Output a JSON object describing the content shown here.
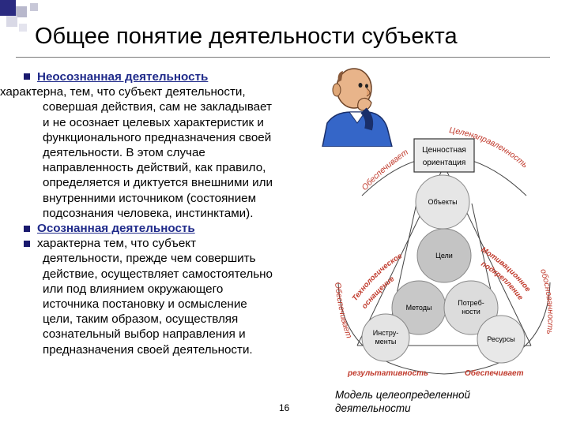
{
  "slide": {
    "title": "Общее понятие деятельности субъекта",
    "page_number": "16",
    "bullets": [
      {
        "heading": "Неосознанная деятельность",
        "lines": [
          "характерна, тем, что субъект деятельности,",
          "совершая действия, сам не закладывает",
          "и не осознает целевых характеристик и",
          "функционального предназначения своей",
          "деятельности. В этом случае",
          "направленность действий, как правило,",
          "определяется и диктуется внешними или",
          "внутренними источником (состоянием",
          "подсознания человека, инстинктами)."
        ]
      },
      {
        "heading": "Осознанная деятельность"
      },
      {
        "lines": [
          "характерна тем, что субъект",
          "деятельности, прежде чем совершить",
          "действие, осуществляет самостоятельно",
          "или под влиянием окружающего",
          "источника постановку и осмысление",
          "цели, таким образом, осуществляя",
          "сознательный выбор направления и",
          "предназначения своей деятельности."
        ]
      }
    ]
  },
  "diagram": {
    "box_label_1": "Ценностная",
    "box_label_2": "ориентация",
    "nodes": {
      "objects": "Объекты",
      "goals": "Цели",
      "methods": "Методы",
      "needs_1": "Потреб-",
      "needs_2": "ности",
      "tools_1": "Инстру-",
      "tools_2": "менты",
      "resources": "Ресурсы"
    },
    "arc_labels": {
      "provides_top": "Обеспечивает",
      "purposeful": "Целенаправленность",
      "provides_left": "Обеспечивает",
      "tech_1": "Технологическое",
      "tech_2": "оснащение",
      "motiv_1": "Мотивационное",
      "motiv_2": "подкрепление",
      "validity": "обоснованность",
      "result": "результативность",
      "provides_bottom": "Обеспечивает"
    },
    "caption_1": "Модель целеопределенной",
    "caption_2": "деятельности",
    "colors": {
      "arc_text": "#c0392b",
      "node_fill": "#cfcfcf",
      "box_border": "#333333"
    }
  },
  "illustration": "thinking-man"
}
